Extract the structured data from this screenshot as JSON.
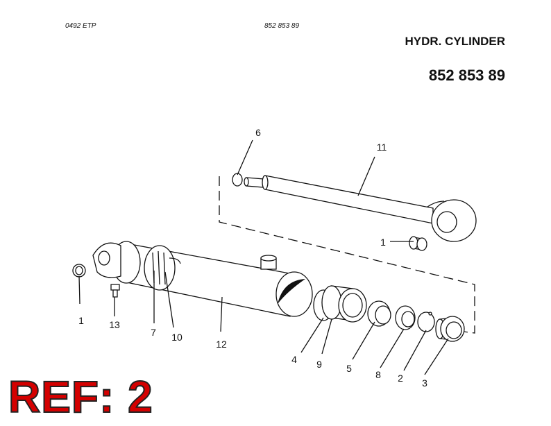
{
  "header": {
    "code_left": "0492  ETP",
    "code_center": "852 853 89",
    "title": "HYDR. CYLINDER",
    "part_number": "852 853 89"
  },
  "ref_label": "REF: 2",
  "callouts": {
    "c1a": "1",
    "c1b": "1",
    "c2": "2",
    "c3": "3",
    "c4": "4",
    "c5": "5",
    "c6": "6",
    "c7": "7",
    "c8": "8",
    "c9": "9",
    "c10": "10",
    "c11": "11",
    "c12": "12",
    "c13": "13"
  }
}
